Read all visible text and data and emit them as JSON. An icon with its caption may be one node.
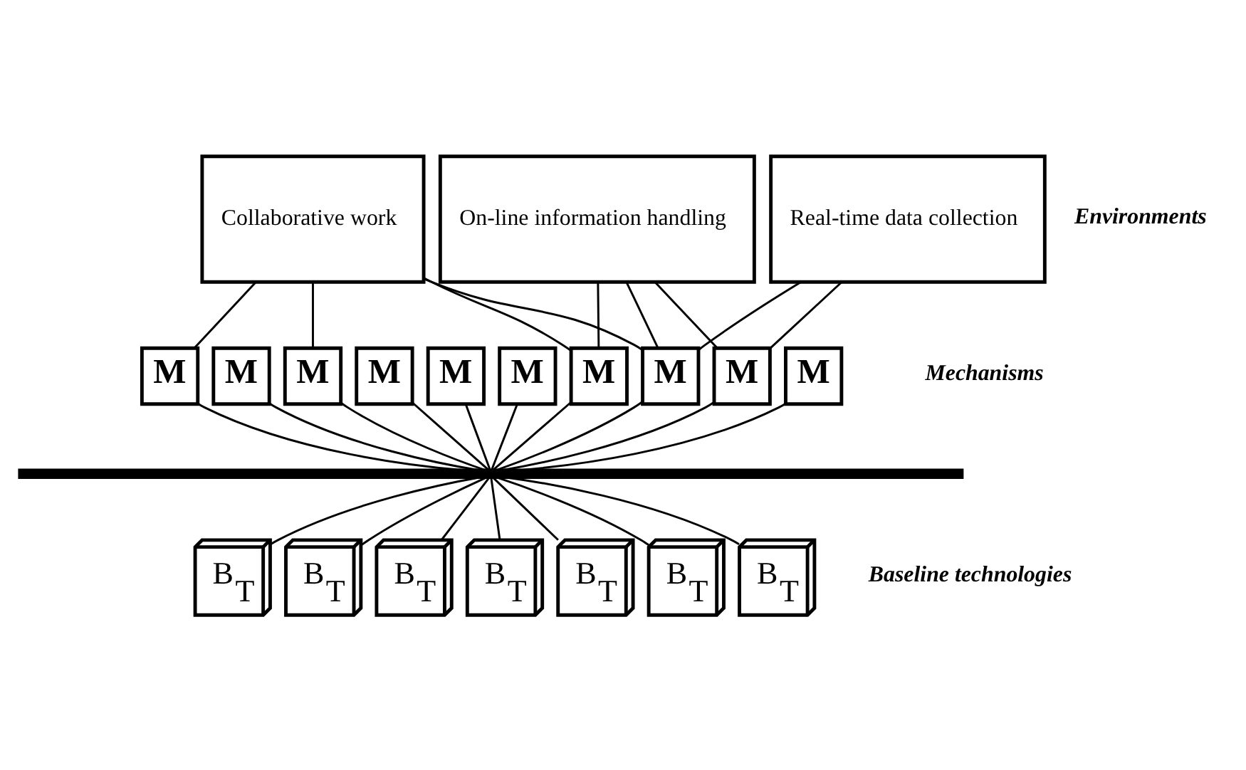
{
  "diagram": {
    "nodes": [
      {
        "text": [
          "Collaborative work"
        ]
      },
      {
        "text": [
          "On-line information handling"
        ]
      },
      {
        "text": [
          "Real-time data collection"
        ]
      },
      {
        "text": [
          "M"
        ]
      },
      {
        "text": [
          "M"
        ]
      },
      {
        "text": [
          "M"
        ]
      },
      {
        "text": [
          "M"
        ]
      },
      {
        "text": [
          "M"
        ]
      },
      {
        "text": [
          "M"
        ]
      },
      {
        "text": [
          "M"
        ]
      },
      {
        "text": [
          "M"
        ]
      },
      {
        "text": [
          "M"
        ]
      },
      {
        "text": [
          "M"
        ]
      },
      {
        "text": [],
        "shape": "bar"
      },
      {
        "text": [
          "B$_{T}$"
        ]
      },
      {
        "text": [
          "B$_{T}$"
        ]
      },
      {
        "text": [
          "B$_{T}$"
        ]
      },
      {
        "text": [
          "B$_{T}$"
        ]
      },
      {
        "text": [
          "B$_{T}$"
        ]
      },
      {
        "text": [
          "B$_{T}$"
        ]
      },
      {
        "text": [
          "B$_{T}$"
        ]
      }
    ],
    "edges": [
      {
        "from": 0,
        "to": 3,
        "arrow": "none"
      },
      {
        "from": 0,
        "to": 4,
        "arrow": "none"
      },
      {
        "from": 0,
        "to": 6,
        "arrow": "none"
      },
      {
        "from": 0,
        "to": 12,
        "arrow": "none"
      },
      {
        "from": 1,
        "to": 4,
        "arrow": "none"
      },
      {
        "from": 1,
        "to": 8,
        "arrow": "none"
      },
      {
        "from": 1,
        "to": 12,
        "arrow": "none"
      },
      {
        "from": 2,
        "to": 8,
        "arrow": "none"
      },
      {
        "from": 2,
        "to": 12,
        "arrow": "none"
      },
      {
        "from": 3,
        "to": 13,
        "arrow": "none"
      },
      {
        "from": 4,
        "to": 13,
        "arrow": "none"
      },
      {
        "from": 5,
        "to": 13,
        "arrow": "none"
      },
      {
        "from": 6,
        "to": 13,
        "arrow": "none"
      },
      {
        "from": 7,
        "to": 13,
        "arrow": "none"
      },
      {
        "from": 8,
        "to": 13,
        "arrow": "none"
      },
      {
        "from": 9,
        "to": 13,
        "arrow": "none"
      },
      {
        "from": 10,
        "to": 13,
        "arrow": "none"
      },
      {
        "from": 11,
        "to": 13,
        "arrow": "none"
      },
      {
        "from": 12,
        "to": 13,
        "arrow": "none"
      },
      {
        "from": 13,
        "to": 14,
        "arrow": "none"
      },
      {
        "from": 13,
        "to": 15,
        "arrow": "none"
      },
      {
        "from": 13,
        "to": 16,
        "arrow": "none"
      },
      {
        "from": 13,
        "to": 17,
        "arrow": "none"
      },
      {
        "from": 13,
        "to": 18,
        "arrow": "none"
      },
      {
        "from": 13,
        "to": 19,
        "arrow": "none"
      },
      {
        "from": 13,
        "to": 20,
        "arrow": "none"
      }
    ],
    "labels": [
      "Environments",
      "Mechanisms",
      "Baseline technologies"
    ]
  }
}
